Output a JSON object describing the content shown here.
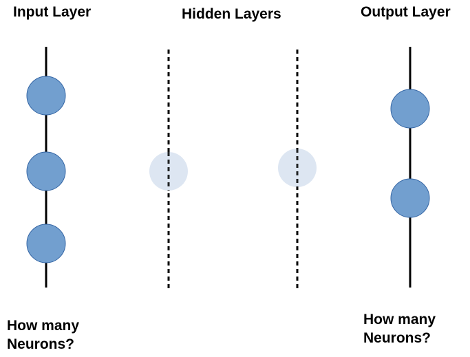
{
  "labels": {
    "input_layer": "Input Layer",
    "hidden_layers": "Hidden Layers",
    "output_layer": "Output Layer"
  },
  "questions": {
    "input_line1": "How many",
    "input_line2": "Neurons?",
    "output_line1": "How many",
    "output_line2": "Neurons?"
  },
  "colors": {
    "neuron_fill": "#729fcf",
    "neuron_stroke": "#3465a4",
    "hidden_neuron_fill": "#dde6f2",
    "line": "#000000"
  },
  "layers": {
    "input_neurons": 3,
    "hidden_neurons_per_layer": 1,
    "hidden_layer_count": 2,
    "output_neurons": 2
  }
}
